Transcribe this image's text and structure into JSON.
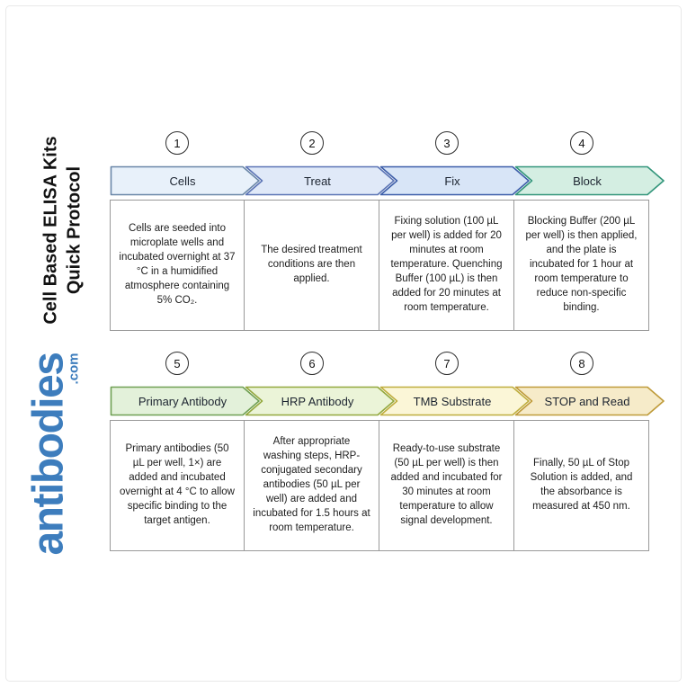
{
  "brand": {
    "name": "antibodies",
    "tld": ".com",
    "color": "#3d7dbd"
  },
  "sidebar_title": {
    "line1": "Cell Based ELISA Kits",
    "line2": "Quick Protocol"
  },
  "steps": [
    {
      "number": "1",
      "title": "Cells",
      "description": "Cells are seeded into microplate wells and incubated overnight at 37 °C in a humidified atmosphere containing 5% CO₂.",
      "fill": "#e8f1fa",
      "stroke": "#6a87a8"
    },
    {
      "number": "2",
      "title": "Treat",
      "description": "The desired treatment conditions are then applied.",
      "fill": "#e0e9f8",
      "stroke": "#5b74b5"
    },
    {
      "number": "3",
      "title": "Fix",
      "description": "Fixing solution (100 µL per well) is added for 20 minutes at room temperature. Quenching Buffer (100 µL) is then added for 20 minutes at room temperature.",
      "fill": "#d8e5f7",
      "stroke": "#3d5ea9"
    },
    {
      "number": "4",
      "title": "Block",
      "description": "Blocking Buffer (200 µL per well) is then applied, and the plate is incubated for 1 hour at room temperature to reduce non-specific binding.",
      "fill": "#d4eee2",
      "stroke": "#33967b"
    },
    {
      "number": "5",
      "title": "Primary Antibody",
      "description": "Primary antibodies (50 µL per well, 1×) are added and incubated overnight at 4 °C to allow specific binding to the target antigen.",
      "fill": "#e3f1da",
      "stroke": "#6fa053"
    },
    {
      "number": "6",
      "title": "HRP Antibody",
      "description": "After appropriate washing steps, HRP-conjugated secondary antibodies (50 µL per well) are added and incubated for 1.5 hours at room temperature.",
      "fill": "#ebf4d8",
      "stroke": "#93a83d"
    },
    {
      "number": "7",
      "title": "TMB Substrate",
      "description": "Ready-to-use substrate (50 µL per well) is then added and incubated for 30 minutes at room temperature to allow signal development.",
      "fill": "#fbf6d7",
      "stroke": "#bfae3e"
    },
    {
      "number": "8",
      "title": "STOP and Read",
      "description": "Finally, 50 µL of Stop Solution is added, and the absorbance is measured at 450 nm.",
      "fill": "#f6ebc9",
      "stroke": "#bf9b3a"
    }
  ]
}
